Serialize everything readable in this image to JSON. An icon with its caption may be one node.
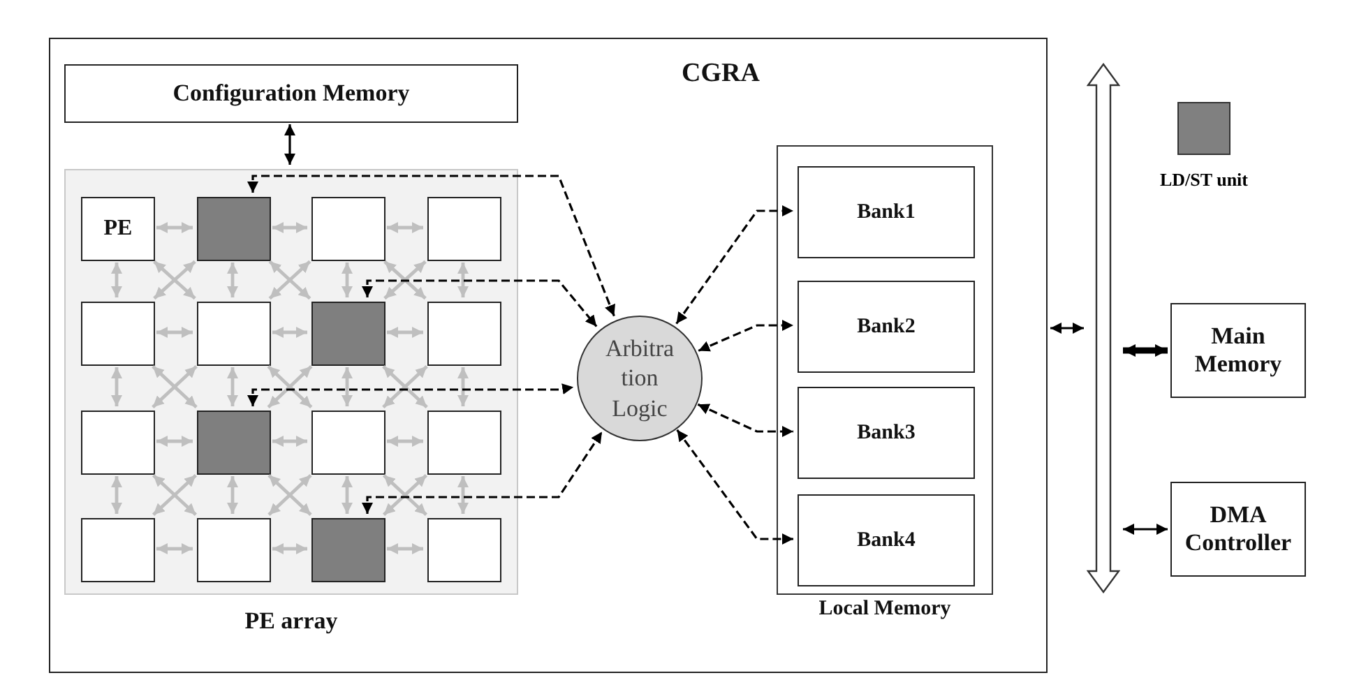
{
  "diagram": {
    "nodes": [
      {
        "text": [
          "CGRA"
        ]
      },
      {
        "text": [
          "Configuration Memory"
        ],
        "in": 0
      },
      {
        "text": [
          "PE array"
        ],
        "in": 0
      },
      {
        "text": [
          "PE"
        ],
        "in": 2
      },
      {
        "text": [],
        "shape": "box",
        "in": 2
      },
      {
        "text": [],
        "shape": "box",
        "in": 2
      },
      {
        "text": [],
        "shape": "box",
        "in": 2
      },
      {
        "text": [],
        "shape": "box",
        "in": 2
      },
      {
        "text": [],
        "shape": "box",
        "in": 2
      },
      {
        "text": [],
        "shape": "box",
        "in": 2
      },
      {
        "text": [],
        "shape": "box",
        "in": 2
      },
      {
        "text": [],
        "shape": "box",
        "in": 2
      },
      {
        "text": [],
        "shape": "box",
        "in": 2
      },
      {
        "text": [],
        "shape": "box",
        "in": 2
      },
      {
        "text": [],
        "shape": "box",
        "in": 2
      },
      {
        "text": [],
        "shape": "box",
        "in": 2
      },
      {
        "text": [],
        "shape": "box",
        "in": 2
      },
      {
        "text": [],
        "shape": "box",
        "in": 2
      },
      {
        "text": [],
        "shape": "box",
        "in": 2
      },
      {
        "text": [
          "Arbitra tion Logic"
        ],
        "in": 0
      },
      {
        "text": [
          "Local Memory"
        ],
        "in": 0
      },
      {
        "text": [
          "Bank1"
        ],
        "in": 20
      },
      {
        "text": [
          "Bank2"
        ],
        "in": 20
      },
      {
        "text": [
          "Bank3"
        ],
        "in": 20
      },
      {
        "text": [
          "Bank4"
        ],
        "in": 20
      },
      {
        "text": [],
        "shape": "bar"
      },
      {
        "text": [
          "Main Memory"
        ]
      },
      {
        "text": [
          "DMA Controller"
        ]
      }
    ],
    "edges": [
      {
        "from": 1,
        "to": 2,
        "arrow": "both",
        "color": "#000000"
      },
      {
        "from": 3,
        "to": 4,
        "arrow": "both",
        "color": "#bfbfbf"
      },
      {
        "from": 4,
        "to": 5,
        "arrow": "both",
        "color": "#bfbfbf"
      },
      {
        "from": 5,
        "to": 6,
        "arrow": "both",
        "color": "#bfbfbf"
      },
      {
        "from": 7,
        "to": 8,
        "arrow": "both",
        "color": "#bfbfbf"
      },
      {
        "from": 8,
        "to": 9,
        "arrow": "both",
        "color": "#bfbfbf"
      },
      {
        "from": 9,
        "to": 10,
        "arrow": "both",
        "color": "#bfbfbf"
      },
      {
        "from": 11,
        "to": 12,
        "arrow": "both",
        "color": "#bfbfbf"
      },
      {
        "from": 12,
        "to": 13,
        "arrow": "both",
        "color": "#bfbfbf"
      },
      {
        "from": 13,
        "to": 14,
        "arrow": "both",
        "color": "#bfbfbf"
      },
      {
        "from": 15,
        "to": 16,
        "arrow": "both",
        "color": "#bfbfbf"
      },
      {
        "from": 16,
        "to": 17,
        "arrow": "both",
        "color": "#bfbfbf"
      },
      {
        "from": 17,
        "to": 18,
        "arrow": "both",
        "color": "#bfbfbf"
      },
      {
        "from": 3,
        "to": 7,
        "arrow": "both",
        "color": "#bfbfbf"
      },
      {
        "from": 4,
        "to": 8,
        "arrow": "both",
        "color": "#bfbfbf"
      },
      {
        "from": 5,
        "to": 9,
        "arrow": "both",
        "color": "#bfbfbf"
      },
      {
        "from": 6,
        "to": 10,
        "arrow": "both",
        "color": "#bfbfbf"
      },
      {
        "from": 7,
        "to": 11,
        "arrow": "both",
        "color": "#bfbfbf"
      },
      {
        "from": 8,
        "to": 12,
        "arrow": "both",
        "color": "#bfbfbf"
      },
      {
        "from": 9,
        "to": 13,
        "arrow": "both",
        "color": "#bfbfbf"
      },
      {
        "from": 10,
        "to": 14,
        "arrow": "both",
        "color": "#bfbfbf"
      },
      {
        "from": 11,
        "to": 15,
        "arrow": "both",
        "color": "#bfbfbf"
      },
      {
        "from": 12,
        "to": 16,
        "arrow": "both",
        "color": "#bfbfbf"
      },
      {
        "from": 13,
        "to": 17,
        "arrow": "both",
        "color": "#bfbfbf"
      },
      {
        "from": 14,
        "to": 18,
        "arrow": "both",
        "color": "#bfbfbf"
      },
      {
        "from": 3,
        "to": 8,
        "arrow": "both",
        "color": "#bfbfbf"
      },
      {
        "from": 4,
        "to": 7,
        "arrow": "both",
        "color": "#bfbfbf"
      },
      {
        "from": 4,
        "to": 9,
        "arrow": "both",
        "color": "#bfbfbf"
      },
      {
        "from": 5,
        "to": 8,
        "arrow": "both",
        "color": "#bfbfbf"
      },
      {
        "from": 5,
        "to": 10,
        "arrow": "both",
        "color": "#bfbfbf"
      },
      {
        "from": 6,
        "to": 9,
        "arrow": "both",
        "color": "#bfbfbf"
      },
      {
        "from": 7,
        "to": 12,
        "arrow": "both",
        "color": "#bfbfbf"
      },
      {
        "from": 8,
        "to": 11,
        "arrow": "both",
        "color": "#bfbfbf"
      },
      {
        "from": 8,
        "to": 13,
        "arrow": "both",
        "color": "#bfbfbf"
      },
      {
        "from": 9,
        "to": 12,
        "arrow": "both",
        "color": "#bfbfbf"
      },
      {
        "from": 9,
        "to": 14,
        "arrow": "both",
        "color": "#bfbfbf"
      },
      {
        "from": 10,
        "to": 13,
        "arrow": "both",
        "color": "#bfbfbf"
      },
      {
        "from": 11,
        "to": 16,
        "arrow": "both",
        "color": "#bfbfbf"
      },
      {
        "from": 12,
        "to": 15,
        "arrow": "both",
        "color": "#bfbfbf"
      },
      {
        "from": 12,
        "to": 17,
        "arrow": "both",
        "color": "#bfbfbf"
      },
      {
        "from": 13,
        "to": 16,
        "arrow": "both",
        "color": "#bfbfbf"
      },
      {
        "from": 13,
        "to": 18,
        "arrow": "both",
        "color": "#bfbfbf"
      },
      {
        "from": 14,
        "to": 17,
        "arrow": "both",
        "color": "#bfbfbf"
      },
      {
        "from": 4,
        "to": 19,
        "arrow": "both",
        "style": "dashed",
        "color": "#000000"
      },
      {
        "from": 9,
        "to": 19,
        "arrow": "both",
        "style": "dashed",
        "color": "#000000"
      },
      {
        "from": 12,
        "to": 19,
        "arrow": "both",
        "style": "dashed",
        "color": "#000000"
      },
      {
        "from": 17,
        "to": 19,
        "arrow": "both",
        "style": "dashed",
        "color": "#000000"
      },
      {
        "from": 19,
        "to": 21,
        "arrow": "both",
        "style": "dashed",
        "color": "#000000"
      },
      {
        "from": 19,
        "to": 22,
        "arrow": "both",
        "style": "dashed",
        "color": "#000000"
      },
      {
        "from": 19,
        "to": 23,
        "arrow": "both",
        "style": "dashed",
        "color": "#000000"
      },
      {
        "from": 19,
        "to": 24,
        "arrow": "both",
        "style": "dashed",
        "color": "#000000"
      },
      {
        "from": 0,
        "to": 25,
        "arrow": "both",
        "color": "#000000"
      },
      {
        "from": 25,
        "to": 26,
        "arrow": "both",
        "style": "thick",
        "color": "#000000"
      },
      {
        "from": 25,
        "to": 27,
        "arrow": "both",
        "color": "#000000"
      }
    ],
    "legend": [
      {
        "text": "LD/ST unit",
        "color": "#808080"
      }
    ]
  }
}
